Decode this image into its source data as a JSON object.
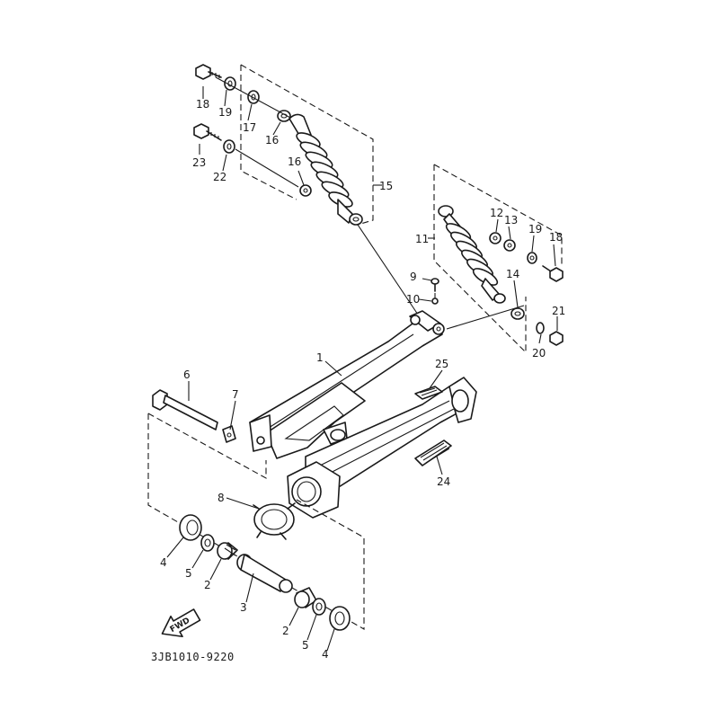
{
  "diagram": {
    "drawing_code": "3JB1010-9220",
    "direction_arrow": "FWD",
    "callouts": {
      "c1": "1",
      "c2a": "2",
      "c2b": "2",
      "c3": "3",
      "c4a": "4",
      "c4b": "4",
      "c5a": "5",
      "c5b": "5",
      "c6": "6",
      "c7": "7",
      "c8": "8",
      "c9": "9",
      "c10": "10",
      "c11": "11",
      "c12": "12",
      "c13": "13",
      "c14": "14",
      "c15": "15",
      "c16a": "16",
      "c16b": "16",
      "c17": "17",
      "c18a": "18",
      "c18b": "18",
      "c19a": "19",
      "c19b": "19",
      "c20": "20",
      "c21": "21",
      "c22": "22",
      "c23": "23",
      "c24": "24",
      "c25": "25"
    }
  }
}
